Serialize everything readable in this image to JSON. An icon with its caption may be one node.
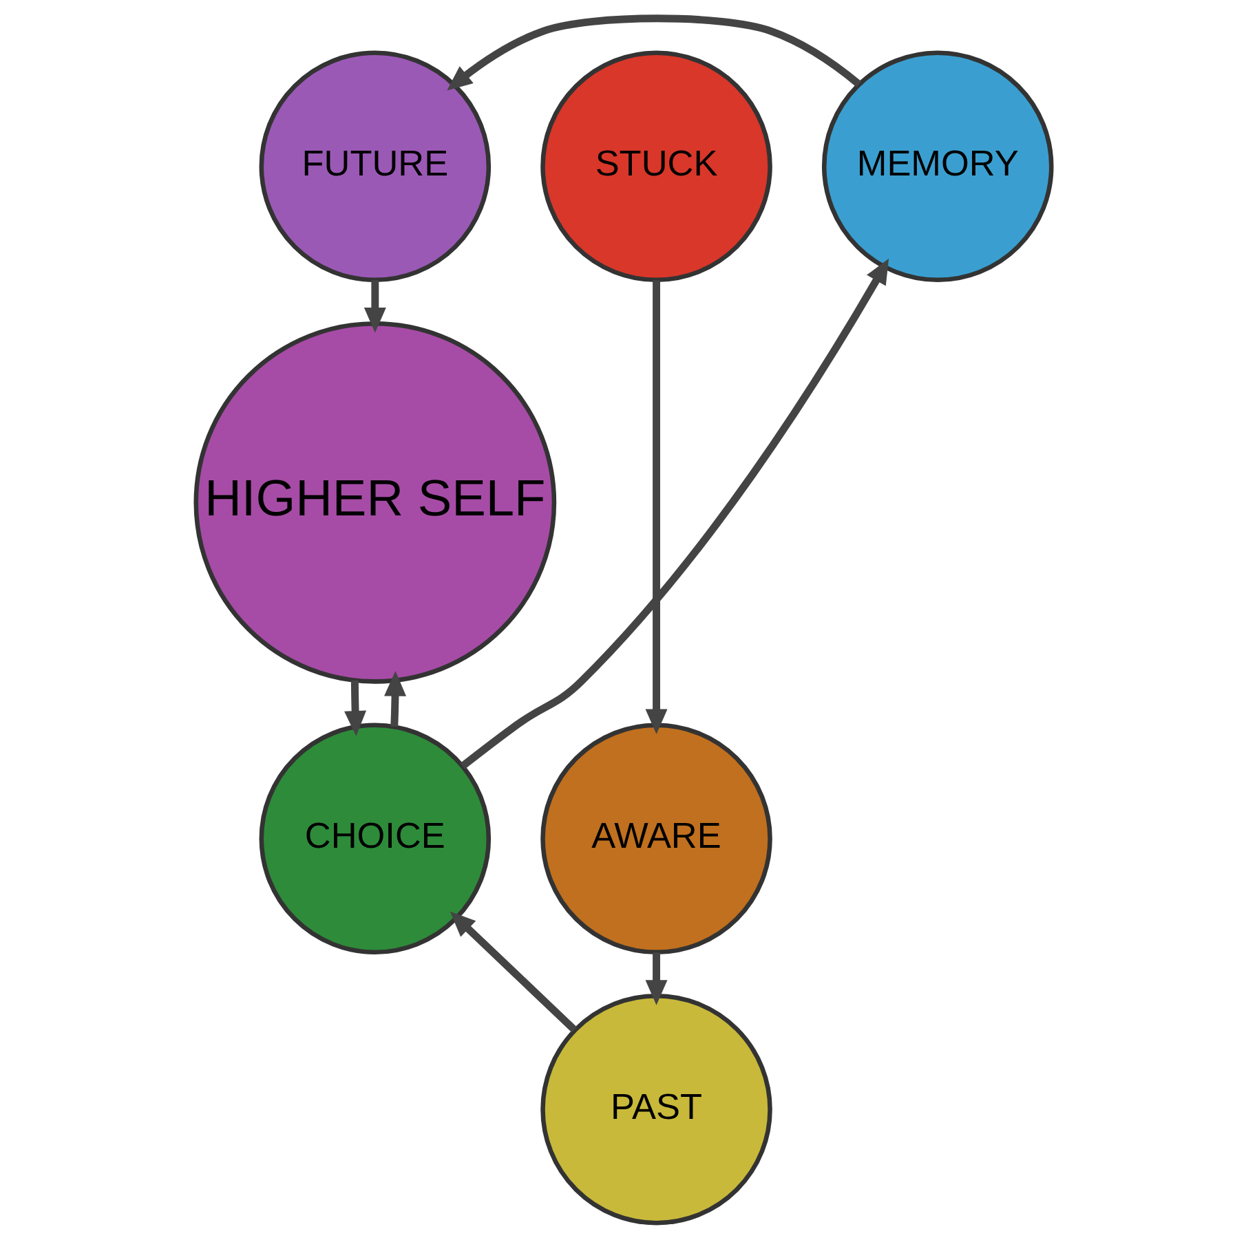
{
  "diagram": {
    "nodes": [
      {
        "text": [
          "FUTURE"
        ]
      },
      {
        "text": [
          "STUCK"
        ]
      },
      {
        "text": [
          "MEMORY"
        ]
      },
      {
        "text": [
          "HIGHER SELF"
        ]
      },
      {
        "text": [
          "AWARE"
        ]
      },
      {
        "text": [
          "CHOICE"
        ]
      },
      {
        "text": [
          "PAST"
        ]
      }
    ],
    "edges": [
      {
        "from": 1,
        "to": 4,
        "arrow": "to"
      },
      {
        "from": 4,
        "to": 6,
        "arrow": "to"
      },
      {
        "from": 6,
        "to": 5,
        "arrow": "to"
      },
      {
        "from": 5,
        "to": 2,
        "arrow": "to"
      },
      {
        "from": 2,
        "to": 0,
        "arrow": "to"
      },
      {
        "from": 0,
        "to": 3,
        "arrow": "to"
      },
      {
        "from": 3,
        "to": 5,
        "arrow": "to"
      },
      {
        "from": 5,
        "to": 3,
        "arrow": "to"
      }
    ]
  }
}
